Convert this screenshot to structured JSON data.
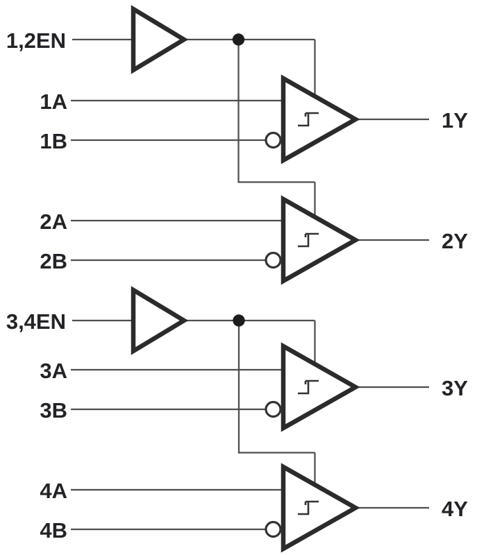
{
  "colors": {
    "background": "#ffffff",
    "wire": "#4d4d4f",
    "shape_stroke": "#2b2b2d",
    "text": "#232327",
    "junction_dot": "#1d1d1f"
  },
  "icons": {
    "enable_buffer": "triangle-buffer",
    "gate": "triangle-buffer-with-hysteresis",
    "hysteresis": "schmitt-hysteresis-step",
    "inverter_bubble": "open-circle",
    "junction_dot": "filled-circle"
  },
  "enable_stages": [
    {
      "label": "1,2EN"
    },
    {
      "label": "3,4EN"
    }
  ],
  "gates": [
    {
      "input_a": "1A",
      "input_b": "1B",
      "output": "1Y"
    },
    {
      "input_a": "2A",
      "input_b": "2B",
      "output": "2Y"
    },
    {
      "input_a": "3A",
      "input_b": "3B",
      "output": "3Y"
    },
    {
      "input_a": "4A",
      "input_b": "4B",
      "output": "4Y"
    }
  ]
}
